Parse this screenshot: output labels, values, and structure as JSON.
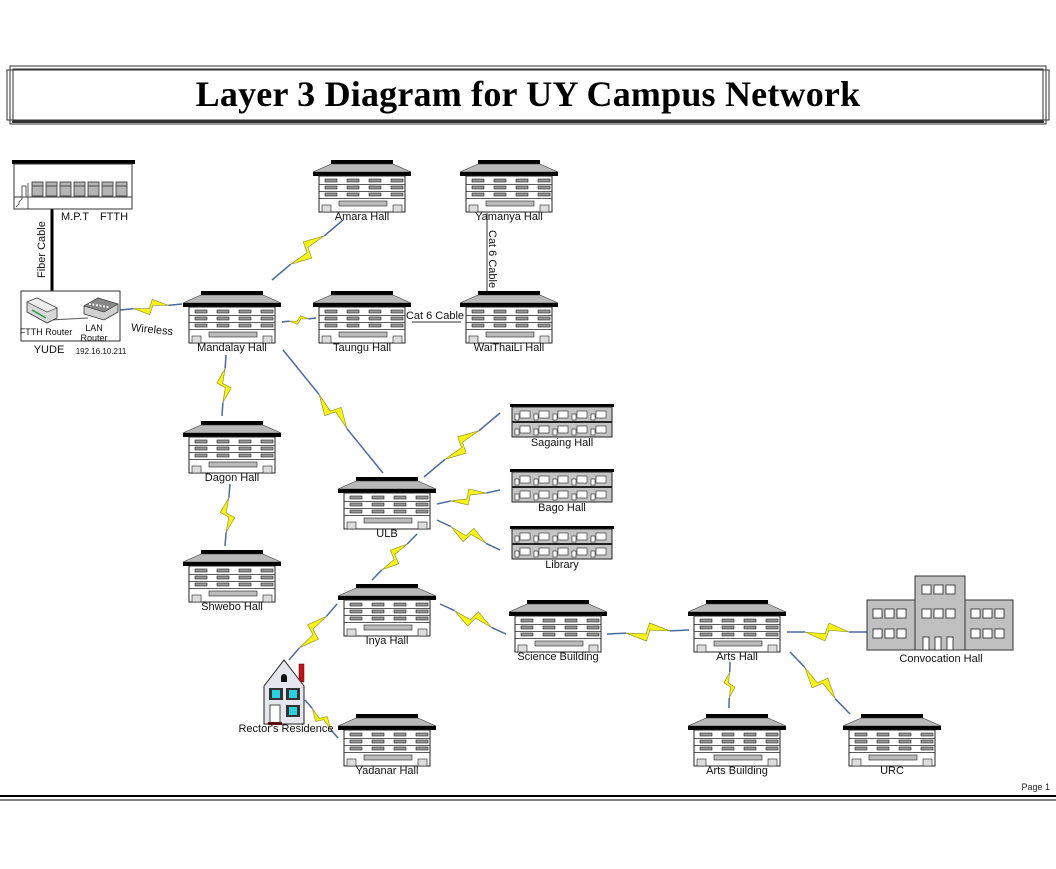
{
  "title": "Layer 3 Diagram for UY Campus Network",
  "page_label": "Page 1",
  "colors": {
    "bolt_fill": "#f6f21a",
    "bolt_line": "#4a6a9a",
    "building_roof": "#b8b8b8",
    "building_roof_top": "#000000",
    "convocation_fill": "#c0c0c0",
    "house_window": "#2ad0e0",
    "chimney": "#c0141a"
  },
  "isp": {
    "labels": {
      "mpt": "M.P.T",
      "ftth": "FTTH"
    },
    "fiber_label": "Fiber Cable"
  },
  "yude": {
    "label": "YUDE",
    "ftth_router_label": "FTTH Router",
    "lan_router_label_1": "LAN",
    "lan_router_label_2": "Router",
    "ip": "192.16.10.211",
    "link_label": "Wireless"
  },
  "nodes": [
    {
      "id": "amara",
      "label": "Amara Hall",
      "type": "hall"
    },
    {
      "id": "yamanya",
      "label": "Yamanya Hall",
      "type": "hall"
    },
    {
      "id": "mandalay",
      "label": "Mandalay Hall",
      "type": "hall"
    },
    {
      "id": "taungu",
      "label": "Taungu Hall",
      "type": "hall"
    },
    {
      "id": "waithaili",
      "label": "WaiThaiLi Hall",
      "type": "hall"
    },
    {
      "id": "dagon",
      "label": "Dagon Hall",
      "type": "hall"
    },
    {
      "id": "shwebo",
      "label": "Shwebo Hall",
      "type": "hall"
    },
    {
      "id": "ulb",
      "label": "ULB",
      "type": "hall"
    },
    {
      "id": "sagaing",
      "label": "Sagaing Hall",
      "type": "flat"
    },
    {
      "id": "bago",
      "label": "Bago Hall",
      "type": "flat"
    },
    {
      "id": "library",
      "label": "Library",
      "type": "flat"
    },
    {
      "id": "inya",
      "label": "Inya Hall",
      "type": "hall"
    },
    {
      "id": "science",
      "label": "Science Building",
      "type": "hall"
    },
    {
      "id": "artshall",
      "label": "Arts Hall",
      "type": "hall"
    },
    {
      "id": "convocation",
      "label": "Convocation Hall",
      "type": "convocation"
    },
    {
      "id": "rector",
      "label": "Rector's Residence",
      "type": "house"
    },
    {
      "id": "yadanar",
      "label": "Yadanar Hall",
      "type": "hall"
    },
    {
      "id": "artsbuilding",
      "label": "Arts Building",
      "type": "hall"
    },
    {
      "id": "urc",
      "label": "URC",
      "type": "hall"
    }
  ],
  "links": [
    {
      "from": "yude",
      "to": "mandalay",
      "medium": "wireless",
      "label": "Wireless"
    },
    {
      "from": "mandalay",
      "to": "amara",
      "medium": "wireless"
    },
    {
      "from": "mandalay",
      "to": "taungu",
      "medium": "wireless"
    },
    {
      "from": "taungu",
      "to": "waithaili",
      "medium": "cable",
      "label": "Cat 6 Cable"
    },
    {
      "from": "waithaili",
      "to": "yamanya",
      "medium": "cable",
      "label": "Cat 6 Cable"
    },
    {
      "from": "mandalay",
      "to": "dagon",
      "medium": "wireless"
    },
    {
      "from": "dagon",
      "to": "shwebo",
      "medium": "wireless"
    },
    {
      "from": "mandalay",
      "to": "ulb",
      "medium": "wireless"
    },
    {
      "from": "ulb",
      "to": "sagaing",
      "medium": "wireless"
    },
    {
      "from": "ulb",
      "to": "bago",
      "medium": "wireless"
    },
    {
      "from": "ulb",
      "to": "library",
      "medium": "wireless"
    },
    {
      "from": "ulb",
      "to": "inya",
      "medium": "wireless"
    },
    {
      "from": "inya",
      "to": "rector",
      "medium": "wireless"
    },
    {
      "from": "rector",
      "to": "yadanar",
      "medium": "wireless"
    },
    {
      "from": "inya",
      "to": "science",
      "medium": "wireless"
    },
    {
      "from": "science",
      "to": "artshall",
      "medium": "wireless"
    },
    {
      "from": "artshall",
      "to": "convocation",
      "medium": "wireless"
    },
    {
      "from": "artshall",
      "to": "artsbuilding",
      "medium": "wireless"
    },
    {
      "from": "artshall",
      "to": "urc",
      "medium": "wireless"
    }
  ]
}
